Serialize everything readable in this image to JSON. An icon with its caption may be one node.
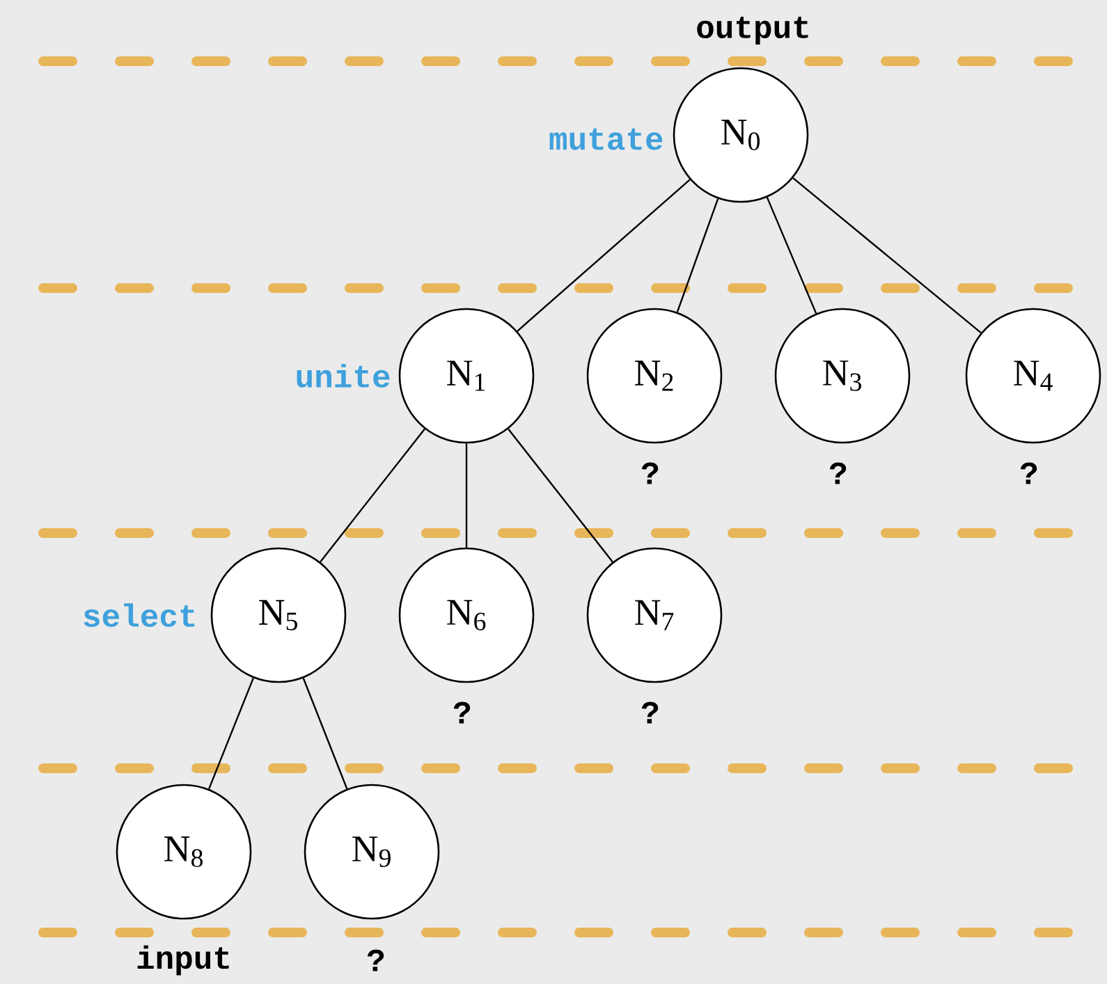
{
  "diagram": {
    "nodes": [
      {
        "text": [
          "N$_{0}$"
        ],
        "beside": [
          "output",
          "mutate"
        ]
      },
      {
        "text": [
          "N$_{1}$"
        ],
        "beside": [
          "unite"
        ]
      },
      {
        "text": [
          "N$_{2}$"
        ],
        "beside": [
          "?"
        ]
      },
      {
        "text": [
          "N$_{3}$"
        ],
        "beside": [
          "?"
        ]
      },
      {
        "text": [
          "N$_{4}$"
        ],
        "beside": [
          "?"
        ]
      },
      {
        "text": [
          "N$_{5}$"
        ],
        "beside": [
          "select"
        ]
      },
      {
        "text": [
          "N$_{6}$"
        ],
        "beside": [
          "?"
        ]
      },
      {
        "text": [
          "N$_{7}$"
        ],
        "beside": [
          "?"
        ]
      },
      {
        "text": [
          "N$_{8}$"
        ],
        "beside": [
          "input"
        ]
      },
      {
        "text": [
          "N$_{9}$"
        ],
        "beside": [
          "?"
        ]
      }
    ],
    "edges": [
      {
        "from": 0,
        "to": 1,
        "arrow": "none"
      },
      {
        "from": 0,
        "to": 2,
        "arrow": "none"
      },
      {
        "from": 0,
        "to": 3,
        "arrow": "none"
      },
      {
        "from": 0,
        "to": 4,
        "arrow": "none"
      },
      {
        "from": 1,
        "to": 5,
        "arrow": "none"
      },
      {
        "from": 1,
        "to": 6,
        "arrow": "none"
      },
      {
        "from": 1,
        "to": 7,
        "arrow": "none"
      },
      {
        "from": 5,
        "to": 8,
        "arrow": "none"
      },
      {
        "from": 5,
        "to": 9,
        "arrow": "none"
      }
    ]
  }
}
